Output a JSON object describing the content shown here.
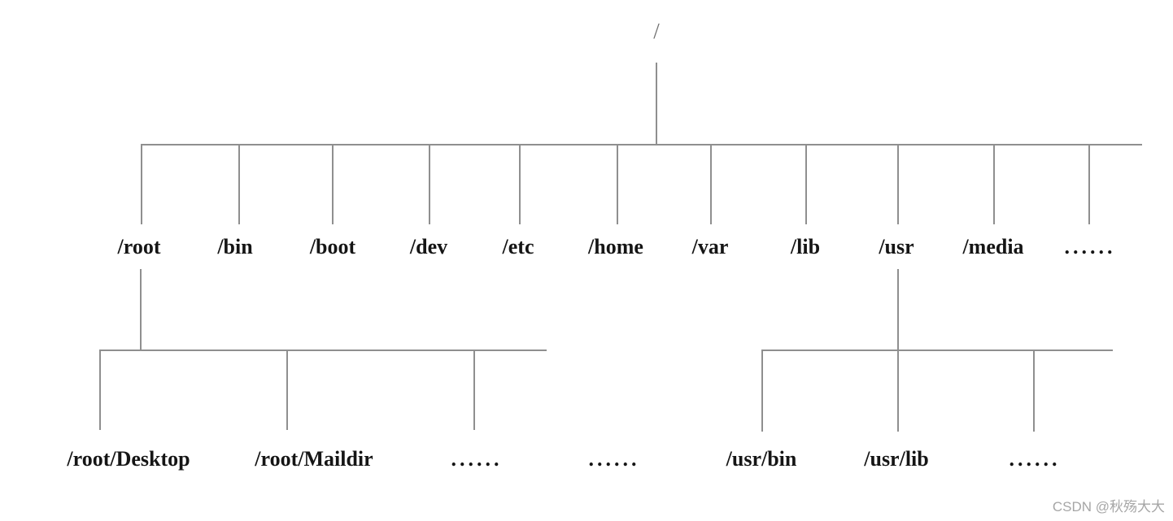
{
  "tree": {
    "root": {
      "label": "/"
    },
    "level1": [
      {
        "label": "/root"
      },
      {
        "label": "/bin"
      },
      {
        "label": "/boot"
      },
      {
        "label": "/dev"
      },
      {
        "label": "/etc"
      },
      {
        "label": "/home"
      },
      {
        "label": "/var"
      },
      {
        "label": "/lib"
      },
      {
        "label": "/usr"
      },
      {
        "label": "/media"
      },
      {
        "label": "......"
      }
    ],
    "root_subtree": [
      {
        "label": "/root/Desktop"
      },
      {
        "label": "/root/Maildir"
      },
      {
        "label": "......"
      }
    ],
    "middle_ellipsis": {
      "label": "......"
    },
    "usr_subtree": [
      {
        "label": "/usr/bin"
      },
      {
        "label": "/usr/lib"
      },
      {
        "label": "......"
      }
    ]
  },
  "watermark": {
    "label": "CSDN @秋殇大大"
  },
  "colors": {
    "background": "#ffffff",
    "line": "#8f8f8f",
    "text": "#151515",
    "root": "#6e6e6e",
    "watermark": "#a6a6a6"
  }
}
